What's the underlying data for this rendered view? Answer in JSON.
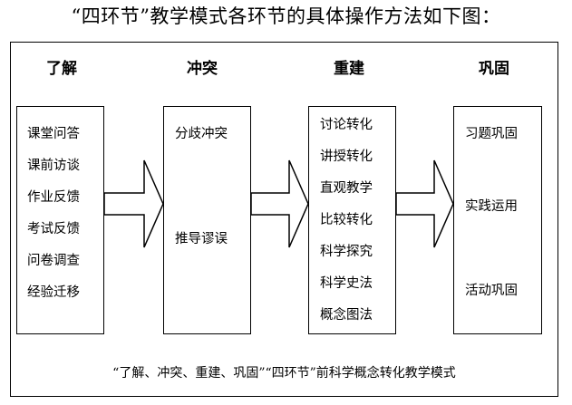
{
  "intro": "“四环节”教学模式各环节的具体操作方法如下图：",
  "stages": [
    {
      "title": "了解",
      "items": [
        "课堂问答",
        "课前访谈",
        "作业反馈",
        "考试反馈",
        "问卷调查",
        "经验迁移"
      ]
    },
    {
      "title": "冲突",
      "items": [
        "分歧冲突",
        "推导谬误"
      ]
    },
    {
      "title": "重建",
      "items": [
        "讨论转化",
        "讲授转化",
        "直观教学",
        "比较转化",
        "科学探究",
        "科学史法",
        "概念图法"
      ]
    },
    {
      "title": "巩固",
      "items": [
        "习题巩固",
        "实践运用",
        "活动巩固"
      ]
    }
  ],
  "caption": "“了解、冲突、重建、巩固”“四环节”前科学概念转化教学模式"
}
